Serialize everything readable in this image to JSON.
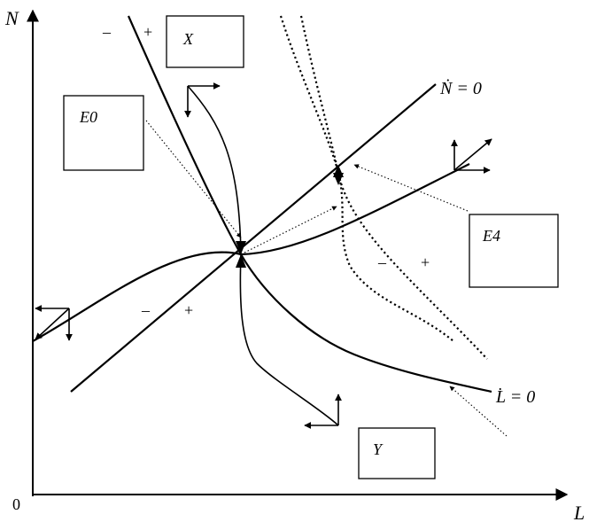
{
  "axes": {
    "y_label": "N",
    "x_label": "L",
    "origin": "0"
  },
  "boxes": {
    "x": "X",
    "e0": "E0",
    "e4": "E4",
    "y": "Y"
  },
  "curves": {
    "ndot_label": "Ṅ = 0",
    "ldot_label": "L̇ = 0"
  },
  "signs": {
    "minus": "–",
    "plus": "+"
  }
}
